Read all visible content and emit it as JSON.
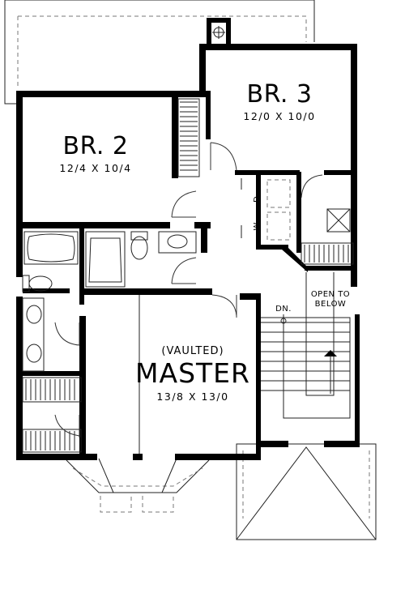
{
  "plan": {
    "rooms": {
      "br2": {
        "name": "BR. 2",
        "size": "12/4 X 10/4"
      },
      "br3": {
        "name": "BR. 3",
        "size": "12/0 X 10/0"
      },
      "master": {
        "note": "(VAULTED)",
        "name": "MASTER",
        "size": "13/8 X 13/0"
      }
    },
    "labels": {
      "dryer": "D.",
      "washer": "W.",
      "down": "DN.",
      "open_line1": "OPEN TO",
      "open_line2": "BELOW"
    }
  }
}
